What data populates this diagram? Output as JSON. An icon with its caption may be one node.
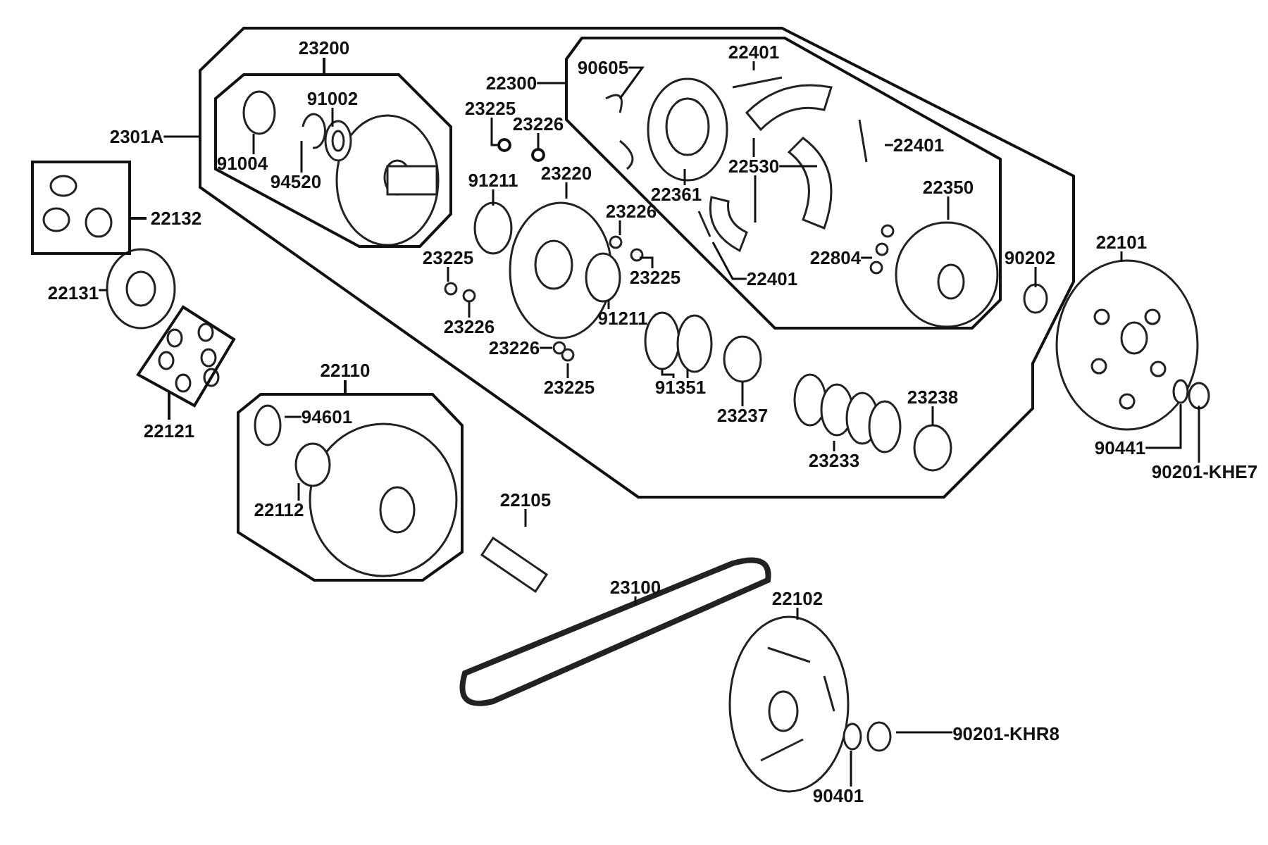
{
  "diagram": {
    "nodes": [
      {
        "text": [],
        "shape": "octagon"
      },
      {
        "text": [
          "23200"
        ],
        "in": 0
      },
      {
        "text": [
          "91002"
        ],
        "in": 1
      },
      {
        "text": [
          "91004"
        ],
        "in": 1
      },
      {
        "text": [
          "94520"
        ],
        "in": 1
      },
      {
        "text": [],
        "shape": "octagon",
        "in": 0
      },
      {
        "text": [
          "90605"
        ],
        "in": 5
      },
      {
        "text": [
          "22401"
        ],
        "in": 5
      },
      {
        "text": [
          "22401"
        ],
        "in": 5
      },
      {
        "text": [
          "22361"
        ],
        "in": 5
      },
      {
        "text": [
          "22530"
        ],
        "in": 5
      },
      {
        "text": [
          "22401"
        ],
        "in": 5
      },
      {
        "text": [
          "22350"
        ],
        "in": 5
      },
      {
        "text": [
          "22804"
        ],
        "in": 5
      },
      {
        "text": [
          "23225"
        ],
        "in": 0
      },
      {
        "text": [
          "23226"
        ],
        "in": 0
      },
      {
        "text": [
          "91211"
        ],
        "in": 0
      },
      {
        "text": [
          "23220"
        ],
        "in": 0
      },
      {
        "text": [
          "23225"
        ],
        "in": 0
      },
      {
        "text": [
          "23226"
        ],
        "in": 0
      },
      {
        "text": [
          "23226"
        ],
        "in": 0
      },
      {
        "text": [
          "23225"
        ],
        "in": 0
      },
      {
        "text": [
          "91211"
        ],
        "in": 0
      },
      {
        "text": [
          "23226"
        ],
        "in": 0
      },
      {
        "text": [
          "23225"
        ],
        "in": 0
      },
      {
        "text": [
          "91351"
        ],
        "in": 0
      },
      {
        "text": [
          "23237"
        ],
        "in": 0
      },
      {
        "text": [
          "23233"
        ],
        "in": 0
      },
      {
        "text": [
          "23238"
        ],
        "in": 0
      },
      {
        "text": [
          "90202"
        ],
        "in": 0
      },
      {
        "text": [
          "22101"
        ]
      },
      {
        "text": [
          "90441"
        ]
      },
      {
        "text": [
          "90201-KHE7"
        ]
      },
      {
        "text": [
          "22132"
        ]
      },
      {
        "text": [
          "22131"
        ]
      },
      {
        "text": [
          "22121"
        ]
      },
      {
        "text": [
          "22110"
        ]
      },
      {
        "text": [
          "94601"
        ],
        "in": 36
      },
      {
        "text": [
          "22112"
        ],
        "in": 36
      },
      {
        "text": [
          "22105"
        ]
      },
      {
        "text": [
          "23100"
        ]
      },
      {
        "text": [
          "22102"
        ]
      },
      {
        "text": [
          "90401"
        ]
      },
      {
        "text": [
          "90201-KHR8"
        ]
      },
      {
        "text": [
          "2301A"
        ]
      },
      {
        "text": [
          "22300"
        ],
        "in": 0
      },
      {
        "text": [],
        "shape": "circle",
        "in": 0
      },
      {
        "text": [],
        "shape": "circle",
        "in": 0
      }
    ],
    "edges": [
      {
        "from": 2,
        "to": null,
        "arrow": "none"
      },
      {
        "from": 3,
        "to": null,
        "arrow": "none"
      },
      {
        "from": 4,
        "to": null,
        "arrow": "none"
      },
      {
        "from": 6,
        "to": null,
        "arrow": "none"
      },
      {
        "from": 7,
        "to": null,
        "arrow": "none"
      },
      {
        "from": 8,
        "to": null,
        "arrow": "none"
      },
      {
        "from": 9,
        "to": null,
        "arrow": "none"
      },
      {
        "from": 10,
        "to": null,
        "arrow": "none"
      },
      {
        "from": 10,
        "to": null,
        "arrow": "none"
      },
      {
        "from": 10,
        "to": null,
        "arrow": "none"
      },
      {
        "from": 11,
        "to": null,
        "arrow": "none"
      },
      {
        "from": 12,
        "to": null,
        "arrow": "none"
      },
      {
        "from": 13,
        "to": null,
        "arrow": "none"
      },
      {
        "from": 14,
        "to": 46,
        "arrow": "none"
      },
      {
        "from": 15,
        "to": 47,
        "arrow": "none"
      },
      {
        "from": 16,
        "to": null,
        "arrow": "none"
      },
      {
        "from": 17,
        "to": null,
        "arrow": "none"
      },
      {
        "from": 18,
        "to": null,
        "arrow": "none"
      },
      {
        "from": 19,
        "to": null,
        "arrow": "none"
      },
      {
        "from": 20,
        "to": null,
        "arrow": "none"
      },
      {
        "from": 21,
        "to": null,
        "arrow": "none"
      },
      {
        "from": 22,
        "to": null,
        "arrow": "none"
      },
      {
        "from": 23,
        "to": null,
        "arrow": "none"
      },
      {
        "from": 24,
        "to": null,
        "arrow": "none"
      },
      {
        "from": 25,
        "to": null,
        "arrow": "none"
      },
      {
        "from": 25,
        "to": null,
        "arrow": "none"
      },
      {
        "from": 26,
        "to": null,
        "arrow": "none"
      },
      {
        "from": 27,
        "to": null,
        "arrow": "none"
      },
      {
        "from": 28,
        "to": null,
        "arrow": "none"
      },
      {
        "from": 29,
        "to": null,
        "arrow": "none"
      },
      {
        "from": 30,
        "to": null,
        "arrow": "none"
      },
      {
        "from": 31,
        "to": null,
        "arrow": "none"
      },
      {
        "from": 32,
        "to": null,
        "arrow": "none"
      },
      {
        "from": 34,
        "to": null,
        "arrow": "none"
      },
      {
        "from": 37,
        "to": null,
        "arrow": "none"
      },
      {
        "from": 38,
        "to": null,
        "arrow": "none"
      },
      {
        "from": 39,
        "to": null,
        "arrow": "none"
      },
      {
        "from": 40,
        "to": null,
        "arrow": "none"
      },
      {
        "from": 41,
        "to": null,
        "arrow": "none"
      },
      {
        "from": 42,
        "to": null,
        "arrow": "none"
      },
      {
        "from": 43,
        "to": null,
        "arrow": "none"
      },
      {
        "from": 44,
        "to": 0,
        "arrow": "none"
      },
      {
        "from": 45,
        "to": 5,
        "arrow": "none"
      }
    ]
  }
}
